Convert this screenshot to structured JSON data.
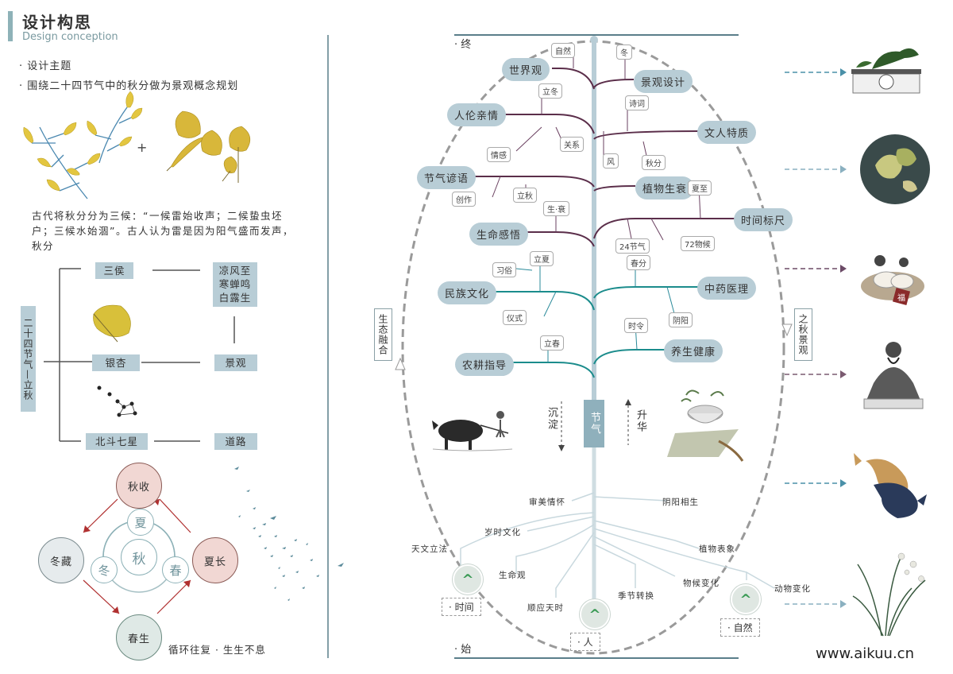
{
  "header": {
    "title": "设计构思",
    "subtitle": "Design conception"
  },
  "intro": {
    "bullet1": "· 设计主题",
    "bullet2": "· 围绕二十四节气中的秋分做为景观概念规划",
    "paragraph": "古代将秋分分为三候：“一候雷始收声；二候蛰虫坯户；三候水始涸”。古人认为雷是因为阳气盛而发声，秋分"
  },
  "plus": "+",
  "left_diagram": {
    "vertical": "二十四节气—立秋",
    "b1": "三侯",
    "b2": "银杏",
    "b3": "北斗七星",
    "r1": "凉风至寒蝉鸣白露生",
    "r2": "景观",
    "r3": "道路"
  },
  "cycle": {
    "top": "秋收",
    "left": "冬藏",
    "right": "夏长",
    "bottom": "春生",
    "inner_top": "夏",
    "inner_center": "秋",
    "inner_left": "冬",
    "inner_right": "春",
    "caption": "循环往复 · 生生不息"
  },
  "tree": {
    "top_label": "· 终",
    "bottom_label": "· 始",
    "trunk_label": "节气",
    "left_vertical": "生态融合",
    "right_vertical": "之秋景观",
    "sink": "沉淀",
    "rise": "升华",
    "main_left": [
      "世界观",
      "人伦亲情",
      "节气谚语",
      "生命感悟",
      "民族文化",
      "农耕指导"
    ],
    "main_right": [
      "景观设计",
      "文人特质",
      "植物生衰",
      "时间标尺",
      "中药医理",
      "养生健康"
    ],
    "tags": {
      "ziran": "自然",
      "dong": "冬",
      "lidong": "立冬",
      "shici": "诗词",
      "qinggan": "情感",
      "guanxi": "关系",
      "feng": "风",
      "qiufen": "秋分",
      "chuangzuo": "创作",
      "liqiu": "立秋",
      "xiazhi": "夏至",
      "shengshuai": "生·衰",
      "jieqi24": "24节气",
      "wuhou72": "72物候",
      "xisu": "习俗",
      "lixia": "立夏",
      "chunfen": "春分",
      "yishi": "仪式",
      "yinyang": "阴阳",
      "shiling": "时令",
      "lichun": "立春"
    },
    "roots": {
      "shenmei": "审美情怀",
      "yinyangxs": "阴阳相生",
      "suishi": "岁时文化",
      "tianwen": "天文立法",
      "zhiwu": "植物表象",
      "shengming": "生命观",
      "wuhou": "物候变化",
      "dongwu": "动物变化",
      "shunying": "顺应天时",
      "jijie": "季节转换"
    },
    "bottom": {
      "time": "· 时间",
      "person": "· 人",
      "nature": "· 自然"
    }
  },
  "watermark": "www.aikuu.cn",
  "colors": {
    "accent": "#b8cdd6",
    "trunk": "#8fb0bc",
    "arrow_blue": "#4a90a8",
    "arrow_purple": "#6b4a66"
  }
}
